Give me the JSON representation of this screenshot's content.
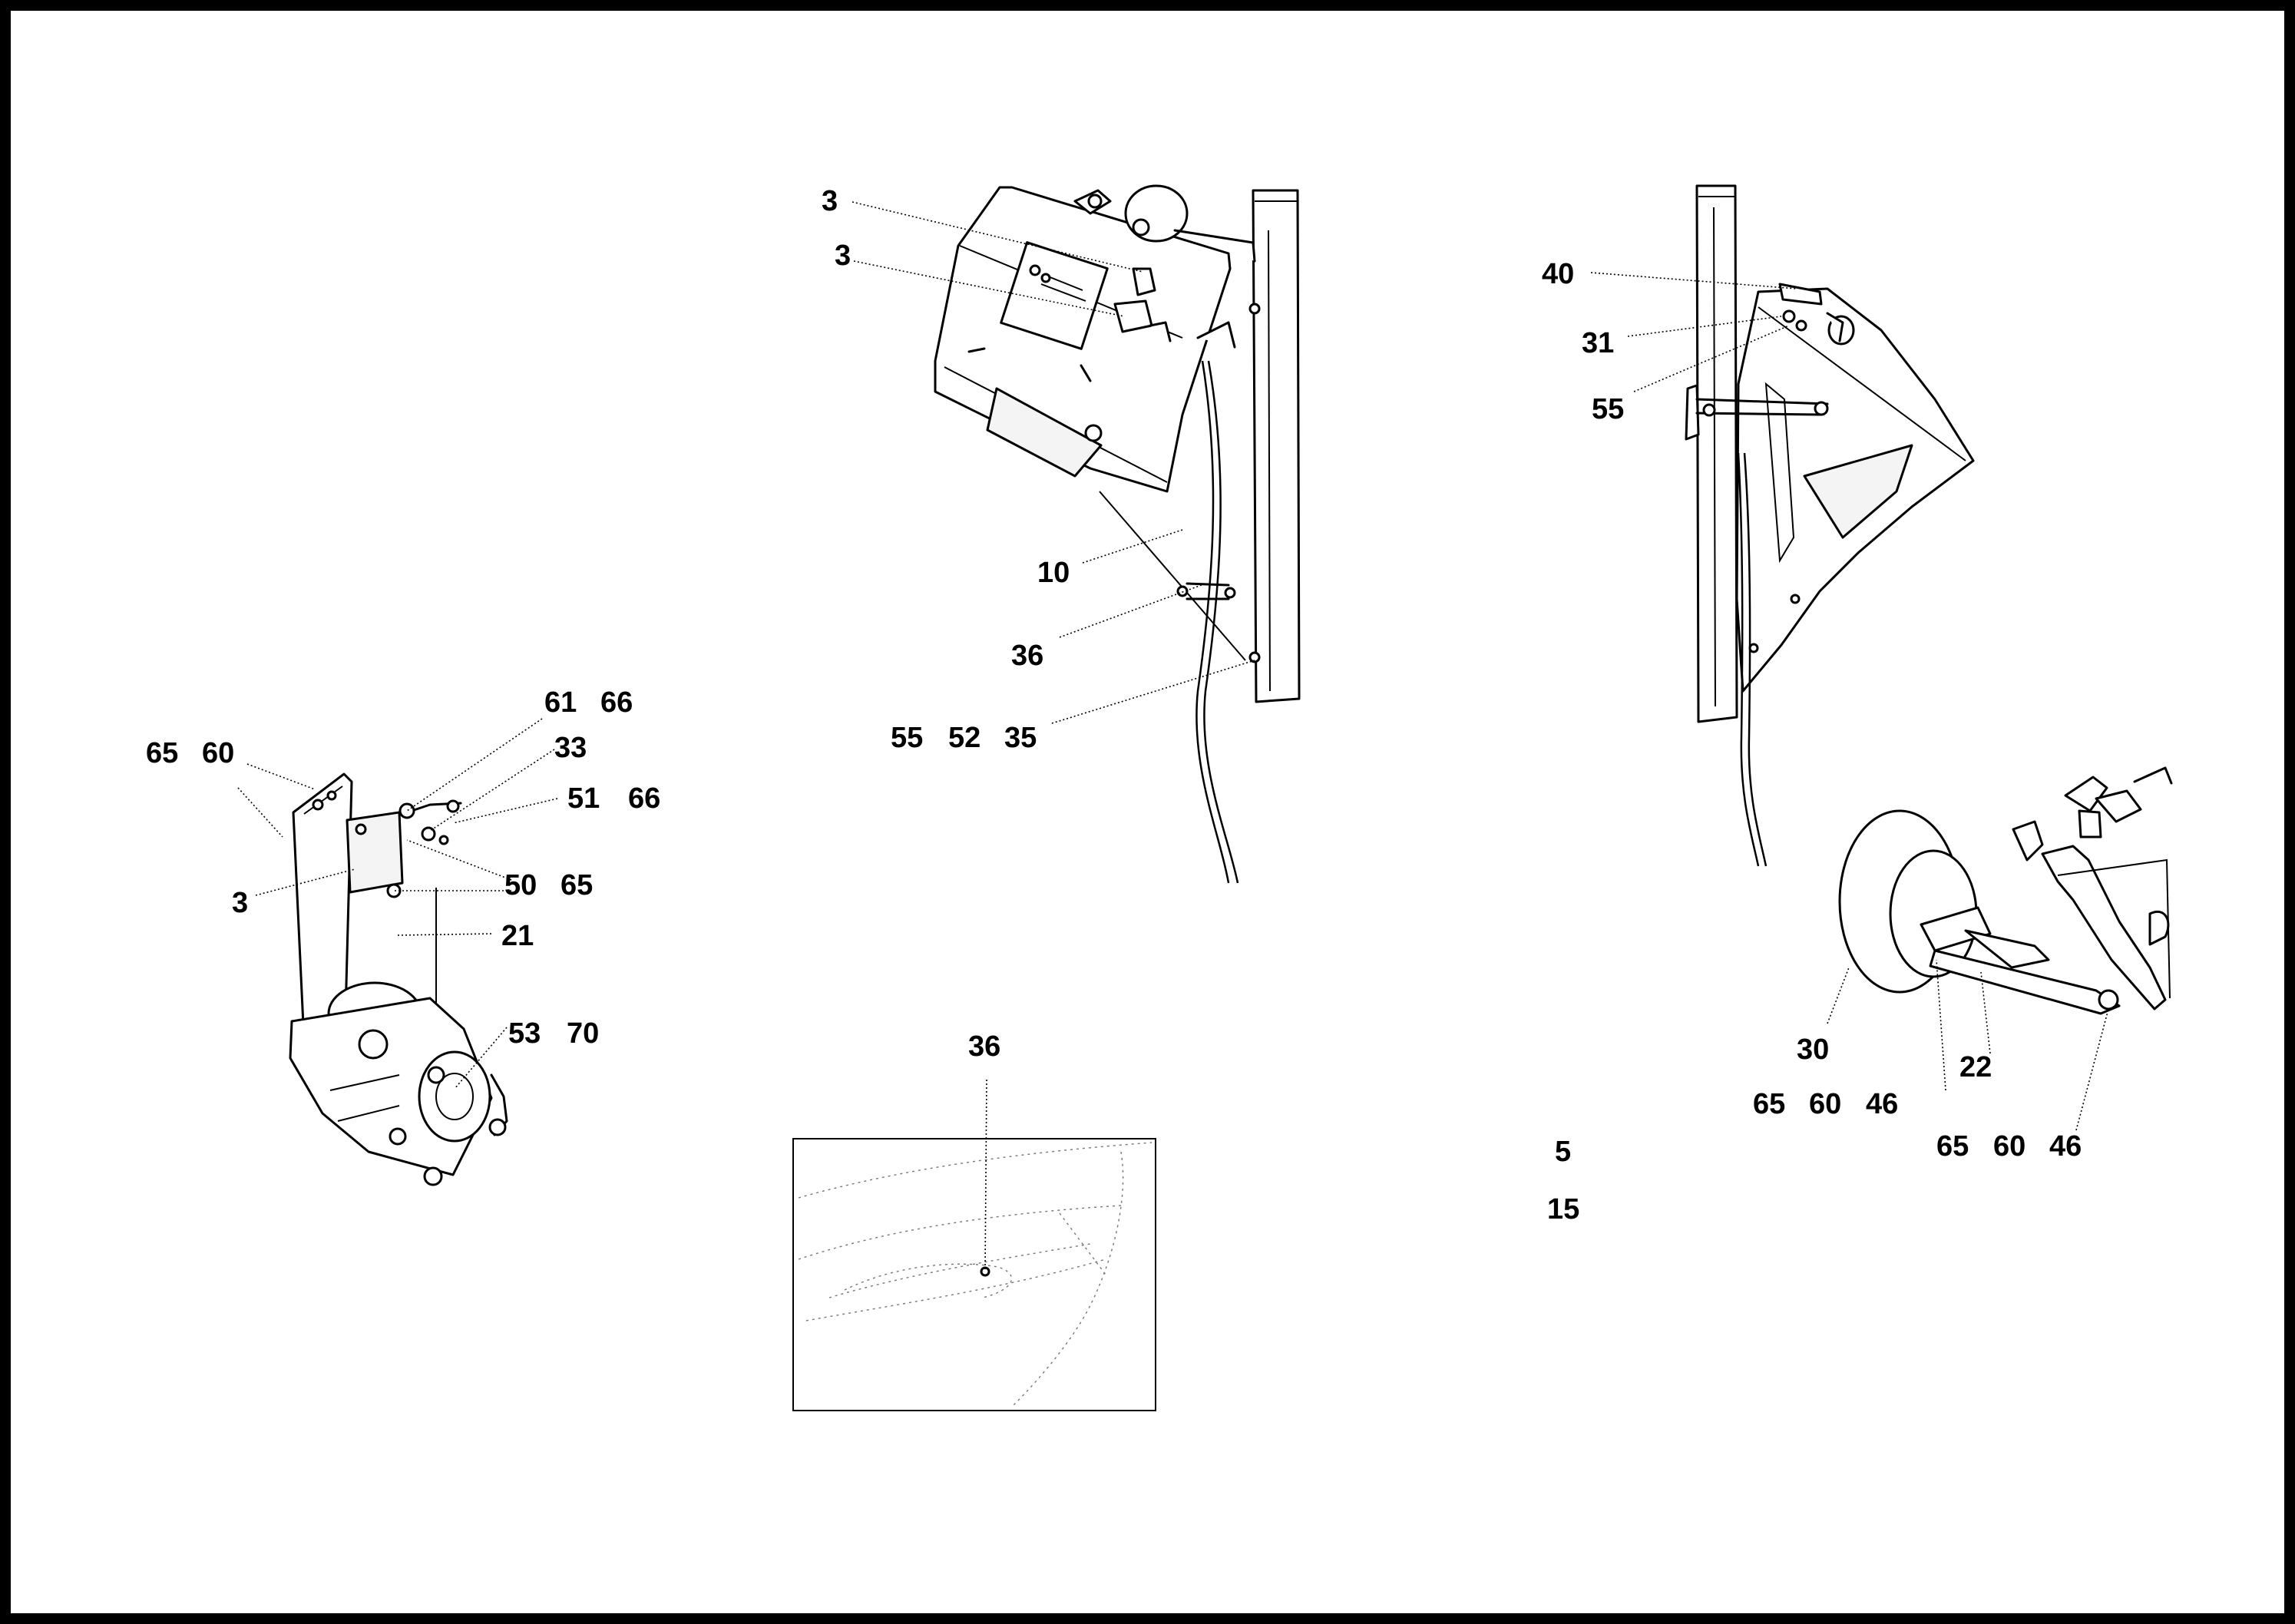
{
  "callouts": {
    "left": {
      "n65a": "65",
      "n60a": "60",
      "n61": "61",
      "n66a": "66",
      "n33": "33",
      "n51": "51",
      "n66b": "66",
      "n3": "3",
      "n50": "50",
      "n65b": "65",
      "n21": "21",
      "n53": "53",
      "n70": "70"
    },
    "center": {
      "n3a": "3",
      "n3b": "3",
      "n10": "10",
      "n36": "36",
      "n55": "55",
      "n52": "52",
      "n35": "35"
    },
    "detail": {
      "n36": "36"
    },
    "right": {
      "n40": "40",
      "n31": "31",
      "n55": "55",
      "n30": "30",
      "n22": "22",
      "n65a": "65",
      "n60a": "60",
      "n46a": "46",
      "n65b": "65",
      "n60b": "60",
      "n46b": "46",
      "n5": "5",
      "n15": "15"
    }
  }
}
